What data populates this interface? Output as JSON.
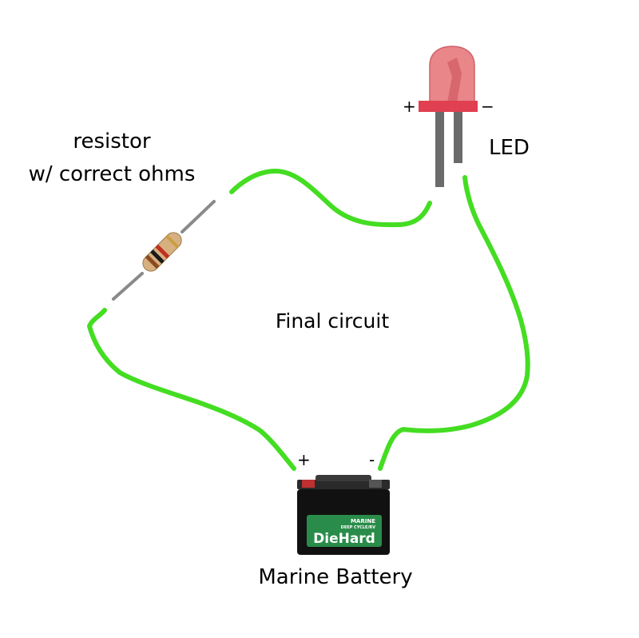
{
  "labels": {
    "resistor_line1": "resistor",
    "resistor_line2": "w/ correct ohms",
    "led": "LED",
    "center": "Final circuit",
    "battery": "Marine Battery",
    "battery_plus": "+",
    "battery_minus": "-",
    "led_plus": "+",
    "led_minus": "−"
  },
  "battery_label": {
    "brand": "DieHard",
    "line1": "MARINE",
    "line2": "DEEP CYCLE/RV"
  },
  "colors": {
    "wire": "#44dd22",
    "led_body": "#e8868a",
    "led_rim": "#e04050",
    "led_lead": "#6b6b6b",
    "battery_body": "#111111",
    "battery_label_bg": "#2a8c4a"
  }
}
